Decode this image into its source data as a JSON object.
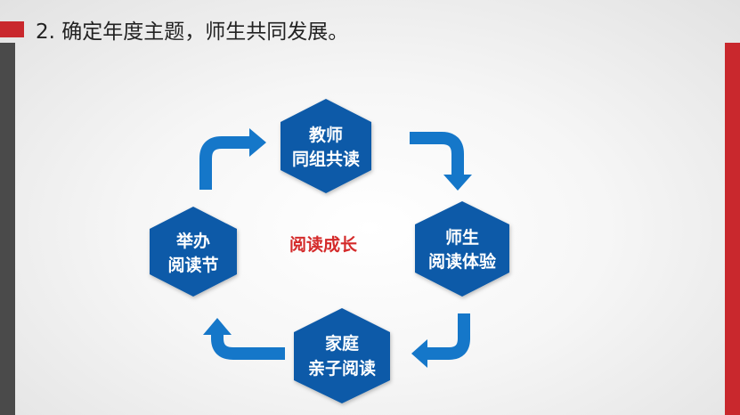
{
  "slide": {
    "title": "2. 确定年度主题，师生共同发展。"
  },
  "diagram": {
    "center": "阅读成长",
    "nodes": [
      {
        "id": "teacher",
        "lines": [
          "教师",
          "同组共读"
        ]
      },
      {
        "id": "teacher-student",
        "lines": [
          "师生",
          "阅读体验"
        ]
      },
      {
        "id": "family",
        "lines": [
          "家庭",
          "亲子阅读"
        ]
      },
      {
        "id": "festival",
        "lines": [
          "举办",
          "阅读节"
        ]
      }
    ]
  },
  "colors": {
    "hexagon": "#0b5aa8",
    "arrow": "#1577c9",
    "accent_red": "#c9282d",
    "center_text": "#d42a2a",
    "left_bar": "#4a4a4a"
  }
}
